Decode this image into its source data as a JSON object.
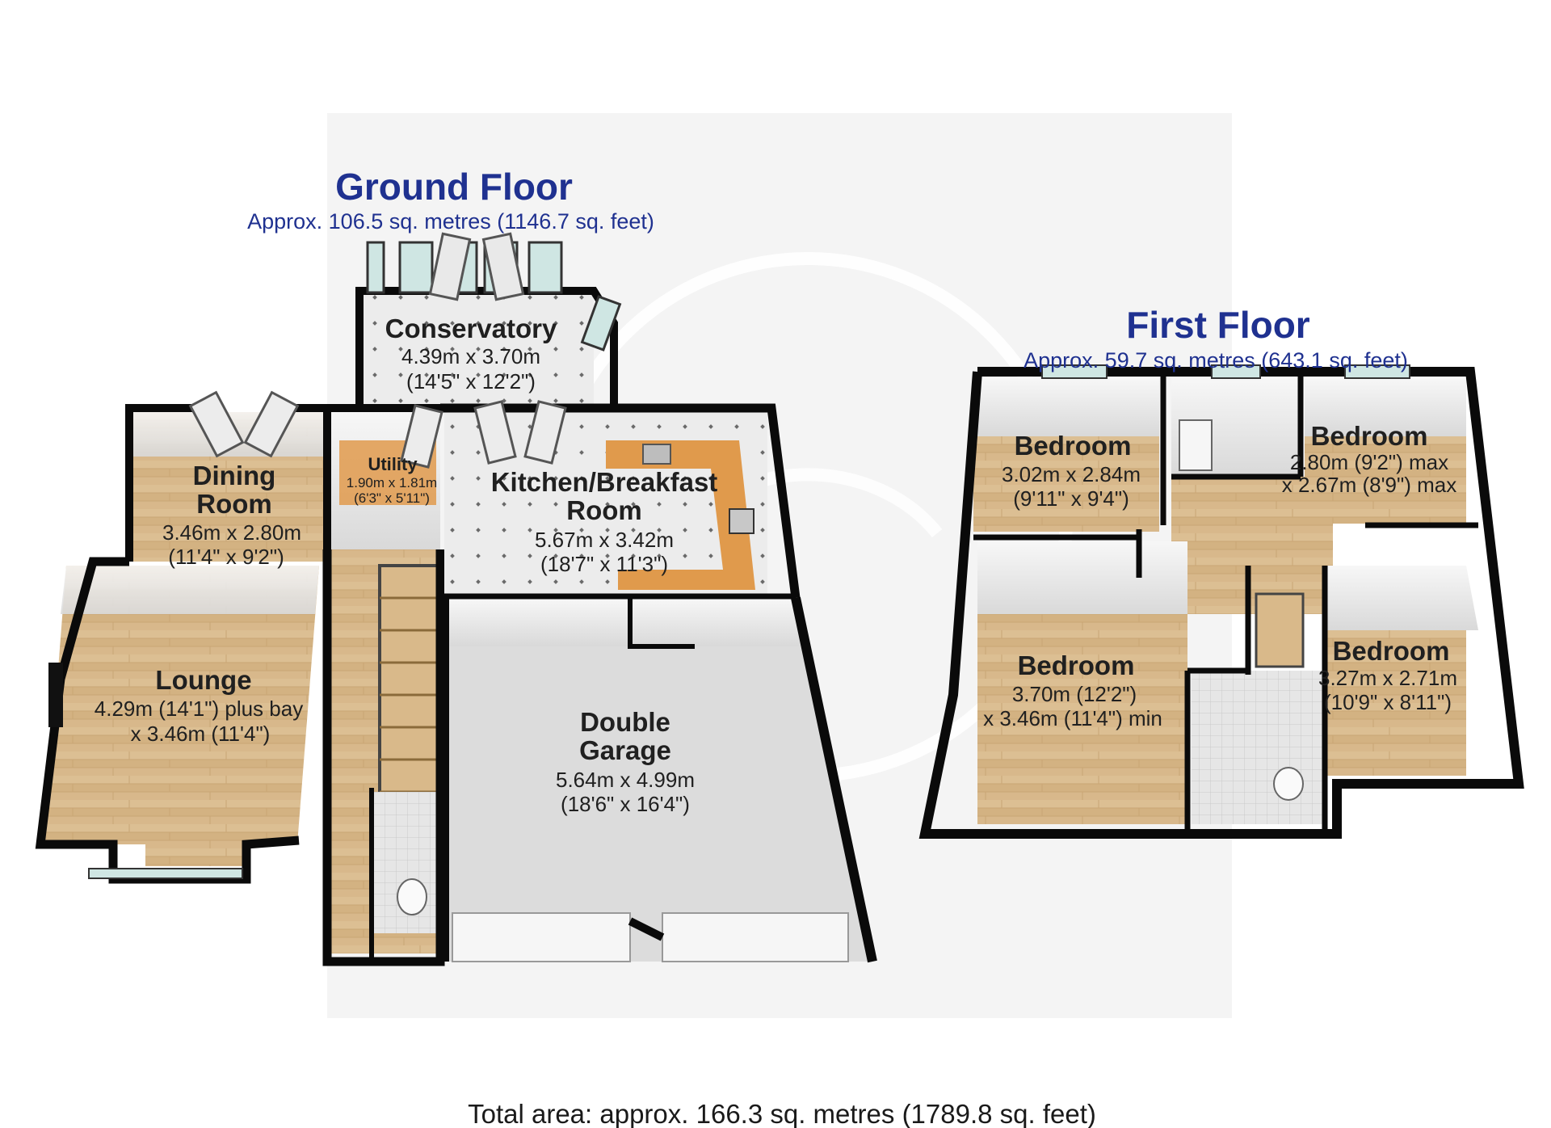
{
  "ground_floor": {
    "title": "Ground Floor",
    "area": "Approx. 106.5 sq. metres (1146.7 sq. feet)",
    "rooms": {
      "conservatory": {
        "name": [
          "Conservatory"
        ],
        "dims": [
          "4.39m x 3.70m",
          "(14'5\" x 12'2\")"
        ]
      },
      "utility": {
        "name": [
          "Utility"
        ],
        "dims": [
          "1.90m x 1.81m",
          "(6'3\" x 5'11\")"
        ]
      },
      "dining": {
        "name": [
          "Dining",
          "Room"
        ],
        "dims": [
          "3.46m x 2.80m",
          "(11'4\" x 9'2\")"
        ]
      },
      "kitchen": {
        "name": [
          "Kitchen/Breakfast",
          "Room"
        ],
        "dims": [
          "5.67m x 3.42m",
          "(18'7\" x 11'3\")"
        ]
      },
      "lounge": {
        "name": [
          "Lounge"
        ],
        "dims": [
          "4.29m (14'1\") plus bay",
          "x 3.46m (11'4\")"
        ]
      },
      "garage": {
        "name": [
          "Double",
          "Garage"
        ],
        "dims": [
          "5.64m x 4.99m",
          "(18'6\" x 16'4\")"
        ]
      }
    }
  },
  "first_floor": {
    "title": "First Floor",
    "area": "Approx. 59.7 sq. metres (643.1 sq. feet)",
    "rooms": {
      "bedroom_tl": {
        "name": [
          "Bedroom"
        ],
        "dims": [
          "3.02m x 2.84m",
          "(9'11\" x 9'4\")"
        ]
      },
      "bedroom_tr": {
        "name": [
          "Bedroom"
        ],
        "dims": [
          "2.80m (9'2\") max",
          "x 2.67m (8'9\") max"
        ]
      },
      "bedroom_bl": {
        "name": [
          "Bedroom"
        ],
        "dims": [
          "3.70m (12'2\")",
          "x 3.46m (11'4\") min"
        ]
      },
      "bedroom_br": {
        "name": [
          "Bedroom"
        ],
        "dims": [
          "3.27m x 2.71m",
          "(10'9\" x 8'11\")"
        ]
      }
    }
  },
  "total_area": "Total area: approx. 166.3 sq. metres (1789.8 sq. feet)",
  "colors": {
    "title_blue": "#1f3190",
    "wall": "#0a0a0a",
    "floor_wood": "#d9b98a",
    "floor_tile": "#e8e8e8",
    "worktop": "#e09a4c",
    "garage_floor": "#dcdcdc",
    "backdrop": "#f4f4f4"
  }
}
